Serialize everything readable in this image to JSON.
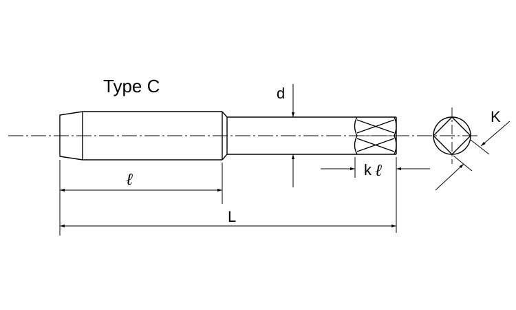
{
  "title": "Type C",
  "labels": {
    "diameter": "d",
    "thread_length": "ℓ",
    "overall_length": "L",
    "square_length_k": "k",
    "square_length_l": "ℓ",
    "square_size": "K"
  }
}
